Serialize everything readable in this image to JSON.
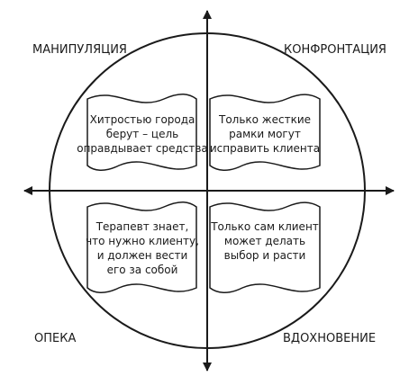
{
  "labels": {
    "top_left": "МАНИПУЛЯЦИЯ",
    "top_right": "КОНФРОНТАЦИЯ",
    "bottom_left": "ОПЕКА",
    "bottom_right": "ВДОХНОВЕНИЕ"
  },
  "notes": {
    "top_left": [
      "Хитростью города",
      "берут – цель",
      "оправдывает средства"
    ],
    "top_right": [
      "Только жесткие",
      "рамки могут",
      "исправить клиента"
    ],
    "bottom_left": [
      "Терапевт знает,",
      "что нужно клиенту,",
      "и должен вести",
      "его за собой"
    ],
    "bottom_right": [
      "Только сам клиент",
      "может делать",
      "выбор и расти"
    ]
  },
  "colors": {
    "stroke": "#1a1a1a",
    "background": "#ffffff"
  }
}
